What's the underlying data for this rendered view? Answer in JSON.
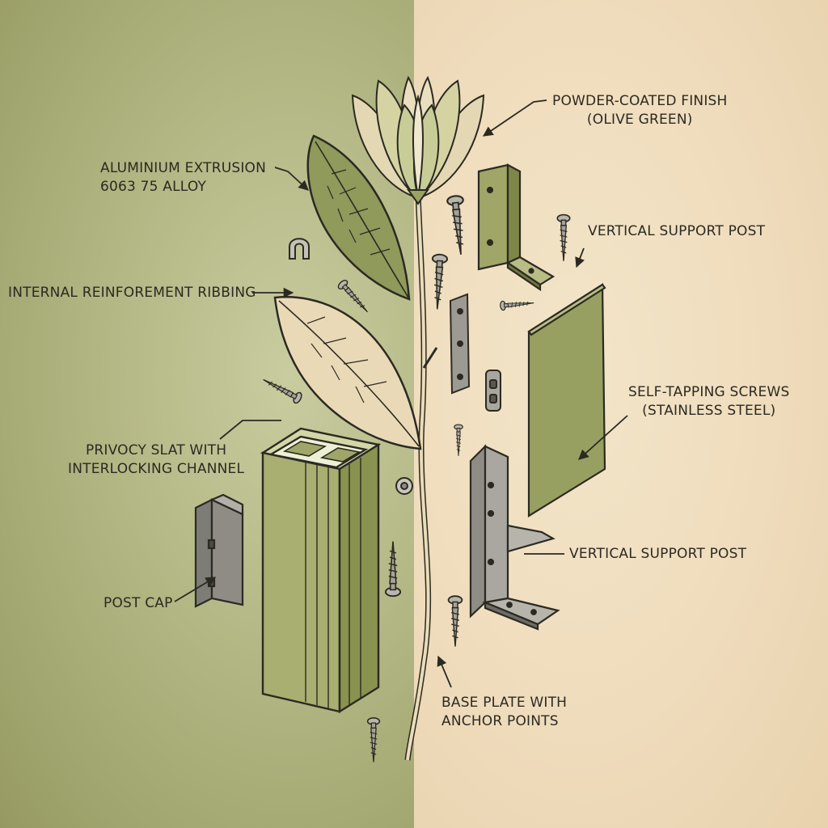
{
  "diagram": {
    "palette": {
      "background_left": "#b3b784",
      "background_right": "#efdcbc",
      "olive_part": "#9fa668",
      "steel_part": "#8e8c85",
      "ink": "#2b2a22"
    },
    "labels": {
      "aluminium_extrusion": {
        "line1": "ALUMINIUM EXTRUSION",
        "line2": "6063 75 ALLOY"
      },
      "internal_ribbing": {
        "line1": "INTERNAL REINFOREMENT RIBBING"
      },
      "privacy_slat": {
        "line1": "PRIVOCY SLAT  WITH",
        "line2": "INTERLOCKING CHANNEL"
      },
      "post_cap": {
        "line1": "POST CAP"
      },
      "powder_coated": {
        "line1": "POWDER-COATED FINISH",
        "line2": "(OLIVE GREEN)"
      },
      "vertical_post_top": {
        "line1": "VERTICAL SUPPORT POST"
      },
      "self_tapping_screws": {
        "line1": "SELF-TAPPING SCREWS",
        "line2": "(STAINLESS STEEL)"
      },
      "vertical_post_mid": {
        "line1": "VERTICAL SUPPORT POST"
      },
      "base_plate": {
        "line1": "BASE PLATE WITH",
        "line2": "ANCHOR POINTS"
      }
    }
  }
}
